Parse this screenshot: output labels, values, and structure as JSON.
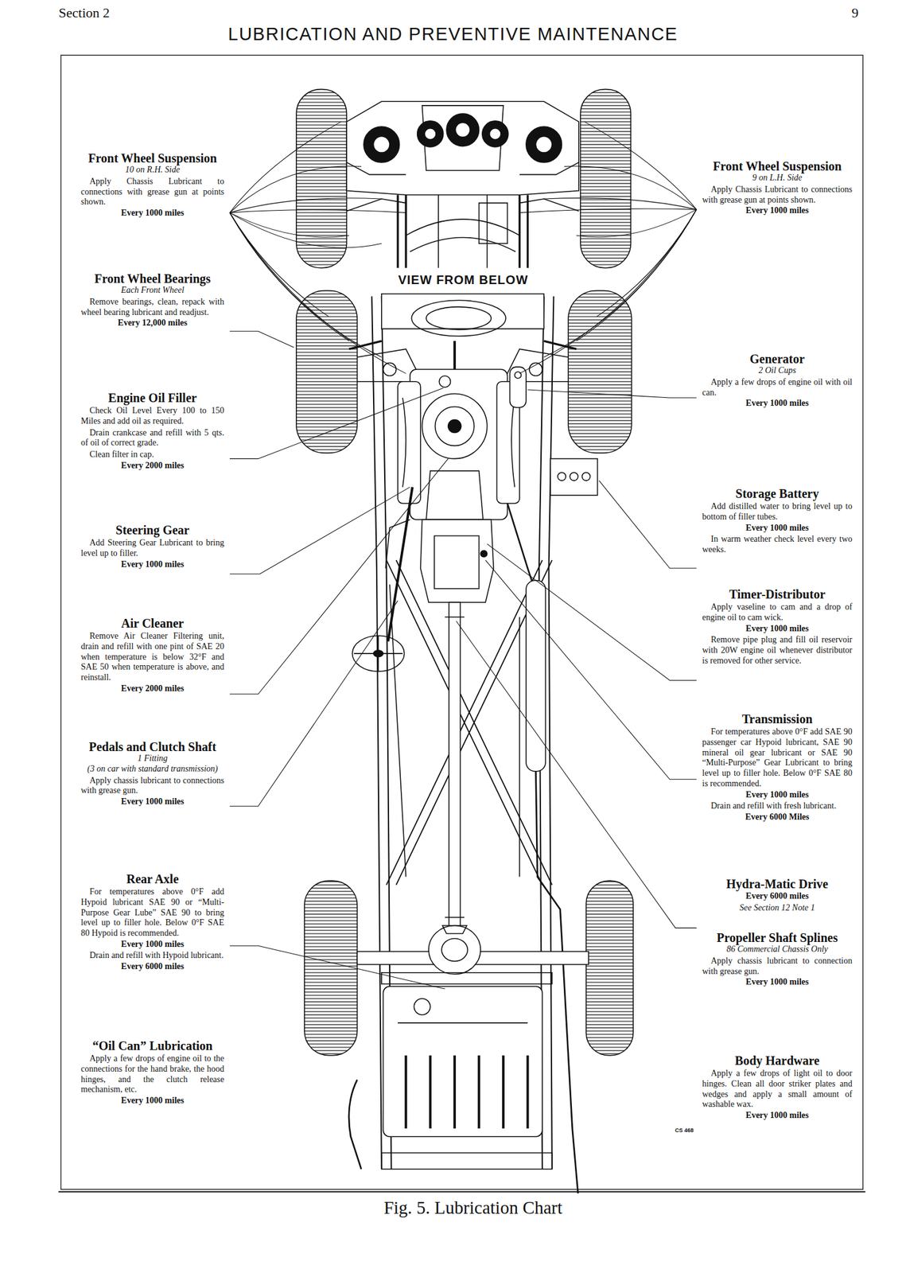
{
  "diagram": {
    "title": "LUBRICATION AND PREVENTIVE MAINTENANCE",
    "caption": "Fig. 5.  Lubrication Chart",
    "labels": [
      "Section 2",
      "9",
      "Front Wheel Suspension",
      "10 on R.H. Side",
      "Apply Chassis Lubricant to connections with grease gun at points shown.",
      "Every 1000 miles",
      "Front Wheel Bearings",
      "Each Front Wheel",
      "Remove bearings, clean, repack with wheel bearing lubricant and readjust.",
      "Every 12,000 miles",
      "Engine Oil Filler",
      "Check Oil Level Every 100 to 150 Miles and add oil as required.",
      "Drain crankcase and refill with 5 qts. of oil of correct grade.",
      "Clean filter in cap.",
      "Every 2000 miles",
      "Steering Gear",
      "Add Steering Gear Lubricant to bring level up to filler.",
      "Every 1000 miles",
      "Air Cleaner",
      "Remove Air Cleaner Filtering unit, drain and refill with one pint of SAE 20 when temperature is below 32°F and SAE 50 when temperature is above, and reinstall.",
      "Every 2000 miles",
      "Pedals and Clutch Shaft",
      "1 Fitting",
      "(3 on car with standard transmission)",
      "Apply chassis lubricant to connections with grease gun.",
      "Every 1000 miles",
      "Rear Axle",
      "For temperatures above 0°F add Hypoid lubricant SAE 90 or “Multi-Purpose Gear Lube” SAE 90 to bring level up to filler hole. Below 0°F SAE 80 Hypoid is recommended.",
      "Every 1000 miles",
      "Drain and refill with Hypoid lubricant.",
      "Every 6000 miles",
      "“Oil Can” Lubrication",
      "Apply a few drops of engine oil to the connections for the hand brake, the hood hinges, and the clutch release mechanism, etc.",
      "Every 1000 miles",
      "VIEW FROM BELOW",
      "Front Wheel Suspension",
      "9 on L.H. Side",
      "Apply Chassis Lubricant to connections with grease gun at points shown.",
      "Every 1000 miles",
      "Generator",
      "2 Oil Cups",
      "Apply a few drops of engine oil with oil can.",
      "Every 1000 miles",
      "Storage Battery",
      "Add distilled water to bring level up to bottom of filler tubes.",
      "Every 1000 miles",
      "In warm weather check level every two weeks.",
      "Timer-Distributor",
      "Apply vaseline to cam and a drop of engine oil to cam wick.",
      "Every 1000 miles",
      "Remove pipe plug and fill oil reservoir with 20W engine oil whenever distributor is removed for other service.",
      "Transmission",
      "For temperatures above 0°F add SAE 90 passenger car Hypoid lubricant, SAE 90 mineral oil gear lubricant or SAE 90 “Multi-Purpose” Gear Lubricant to bring level up to filler hole. Below 0°F SAE 80 is recommended.",
      "Every 1000 miles",
      "Drain and refill with fresh lubricant.",
      "Every 6000 Miles",
      "Hydra-Matic Drive",
      "Every 6000 miles",
      "See Section 12 Note 1",
      "Propeller Shaft Splines",
      "86 Commercial Chassis Only",
      "Apply chassis lubricant to connection with grease gun.",
      "Every 1000 miles",
      "Body Hardware",
      "Apply a few drops of light oil to door hinges. Clean all door striker plates and wedges and apply a small amount of washable wax.",
      "Every 1000 miles",
      "CS 468"
    ]
  }
}
